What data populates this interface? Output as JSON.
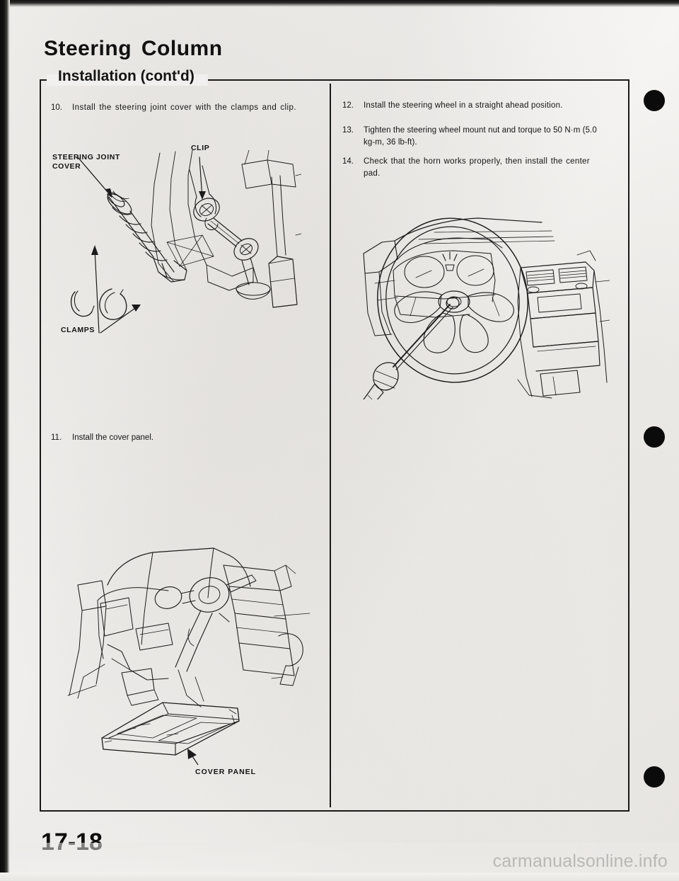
{
  "document": {
    "title": "Steering Column",
    "section": "Installation (cont'd)",
    "page_number": "17-18",
    "watermark": "carmanualsonline.info"
  },
  "left_column": {
    "steps": [
      {
        "number": "10.",
        "text": "Install the steering joint cover with the clamps and clip."
      },
      {
        "number": "11.",
        "text": "Install the cover panel."
      }
    ],
    "figure_joint": {
      "labels": [
        {
          "name": "steering-joint-cover",
          "text": "STEERING JOINT\nCOVER"
        },
        {
          "name": "clip",
          "text": "CLIP"
        },
        {
          "name": "clamps",
          "text": "CLAMPS"
        }
      ]
    },
    "figure_panel": {
      "labels": [
        {
          "name": "cover-panel",
          "text": "COVER PANEL"
        }
      ]
    }
  },
  "right_column": {
    "steps": [
      {
        "number": "12.",
        "text": "Install the steering wheel in a straight ahead position."
      },
      {
        "number": "13.",
        "text": "Tighten the steering wheel mount nut and torque to 50 N·m (5.0 kg-m, 36 lb-ft)."
      },
      {
        "number": "14.",
        "text": "Check that the horn works properly, then install the center pad."
      }
    ]
  },
  "colors": {
    "paper": "#f2f0ee",
    "ink": "#141414",
    "line_art": "#1b1b1b",
    "watermark": "#b9b8b6"
  }
}
